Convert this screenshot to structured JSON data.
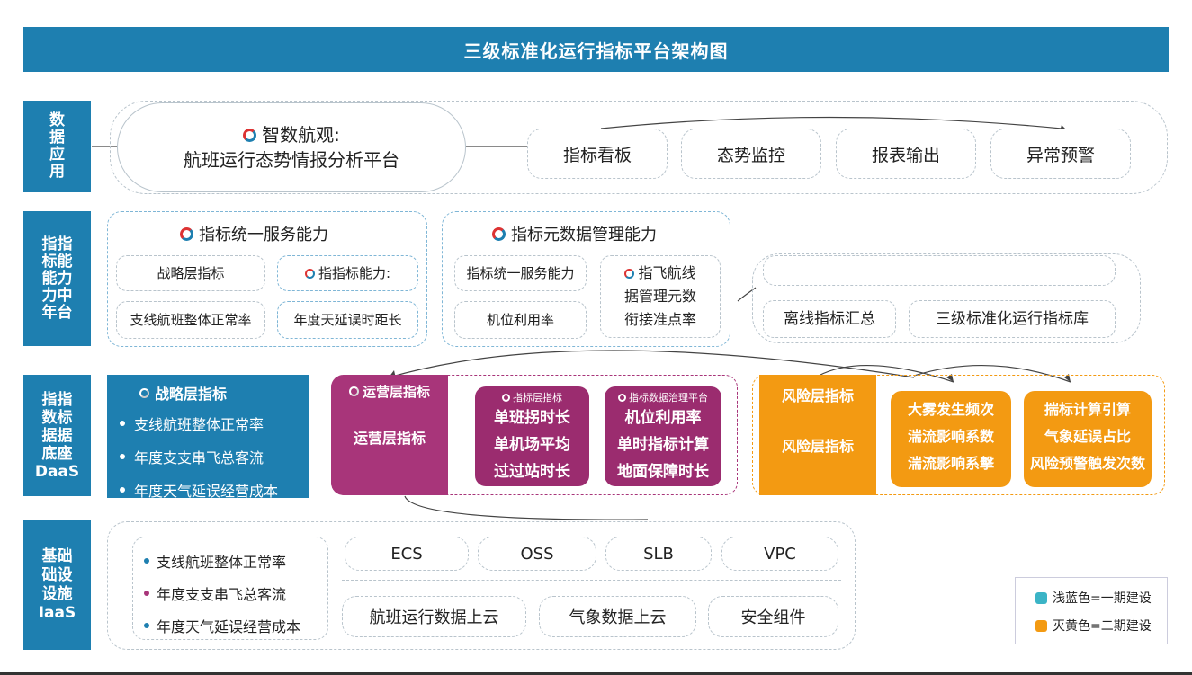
{
  "title": "三级标准化运行指标平台架构图",
  "rows": {
    "app": "数\n据\n应\n用",
    "capability": "指指\n标能\n能力\n力中\n年台",
    "daas_label": "指指\n数标\n据据\n底座\nDaaS",
    "iaas_label": "基础\n础设\n设施\nIaaS"
  },
  "app": {
    "platform_line1": "智数航观:",
    "platform_line2": "航班运行态势情报分析平台",
    "items": [
      "指标看板",
      "态势监控",
      "报表输出",
      "异常预警"
    ]
  },
  "capability": {
    "service": {
      "title": "指标统一服务能力",
      "items": [
        "战略层指标",
        "指指标能力:",
        "支线航班整体正常率",
        "年度天延误时距长"
      ]
    },
    "metadata": {
      "title": "指标元数据管理能力",
      "items": [
        "指标统一服务能力",
        "指飞航线",
        "据管理元数",
        "机位利用率",
        "衔接准点率"
      ]
    },
    "right": [
      "离线指标汇总",
      "三级标准化运行指标库"
    ]
  },
  "daas": {
    "strategic": {
      "title": "战略层指标",
      "items": [
        "支线航班整体正常率",
        "年度支支串飞总客流",
        "年度天气延误经营成本"
      ]
    },
    "operation": {
      "title1": "运营层指标",
      "title2": "运营层指标",
      "card1": {
        "title": "指标层指标",
        "items": [
          "单班拐时长",
          "单机场平均",
          "过过站时长"
        ]
      },
      "card2": {
        "title": "指标数据治理平台",
        "items": [
          "机位利用率",
          "单时指标计算",
          "地面保障时长"
        ]
      }
    },
    "risk": {
      "title1": "风险层指标",
      "title2": "风险层指标",
      "card1": [
        "大雾发生频次",
        "湍流影响系数",
        "湍流影响系擊"
      ],
      "card2": [
        "揣标计算引算",
        "气象延误占比",
        "风险预警触发次数"
      ]
    }
  },
  "iaas": {
    "list": [
      "支线航班整体正常率",
      "年度支支串飞总客流",
      "年度天气延误经营成本"
    ],
    "cloud_row1": [
      "ECS",
      "OSS",
      "SLB",
      "VPC"
    ],
    "cloud_row2": [
      "航班运行数据上云",
      "气象数据上云",
      "安全组件"
    ]
  },
  "legend": {
    "blue": "浅蓝色=一期建设",
    "yellow": "灭黄色=二期建设"
  },
  "colors": {
    "primary": "#1e7fb0",
    "purple": "#a8357a",
    "orange": "#f39a12"
  }
}
